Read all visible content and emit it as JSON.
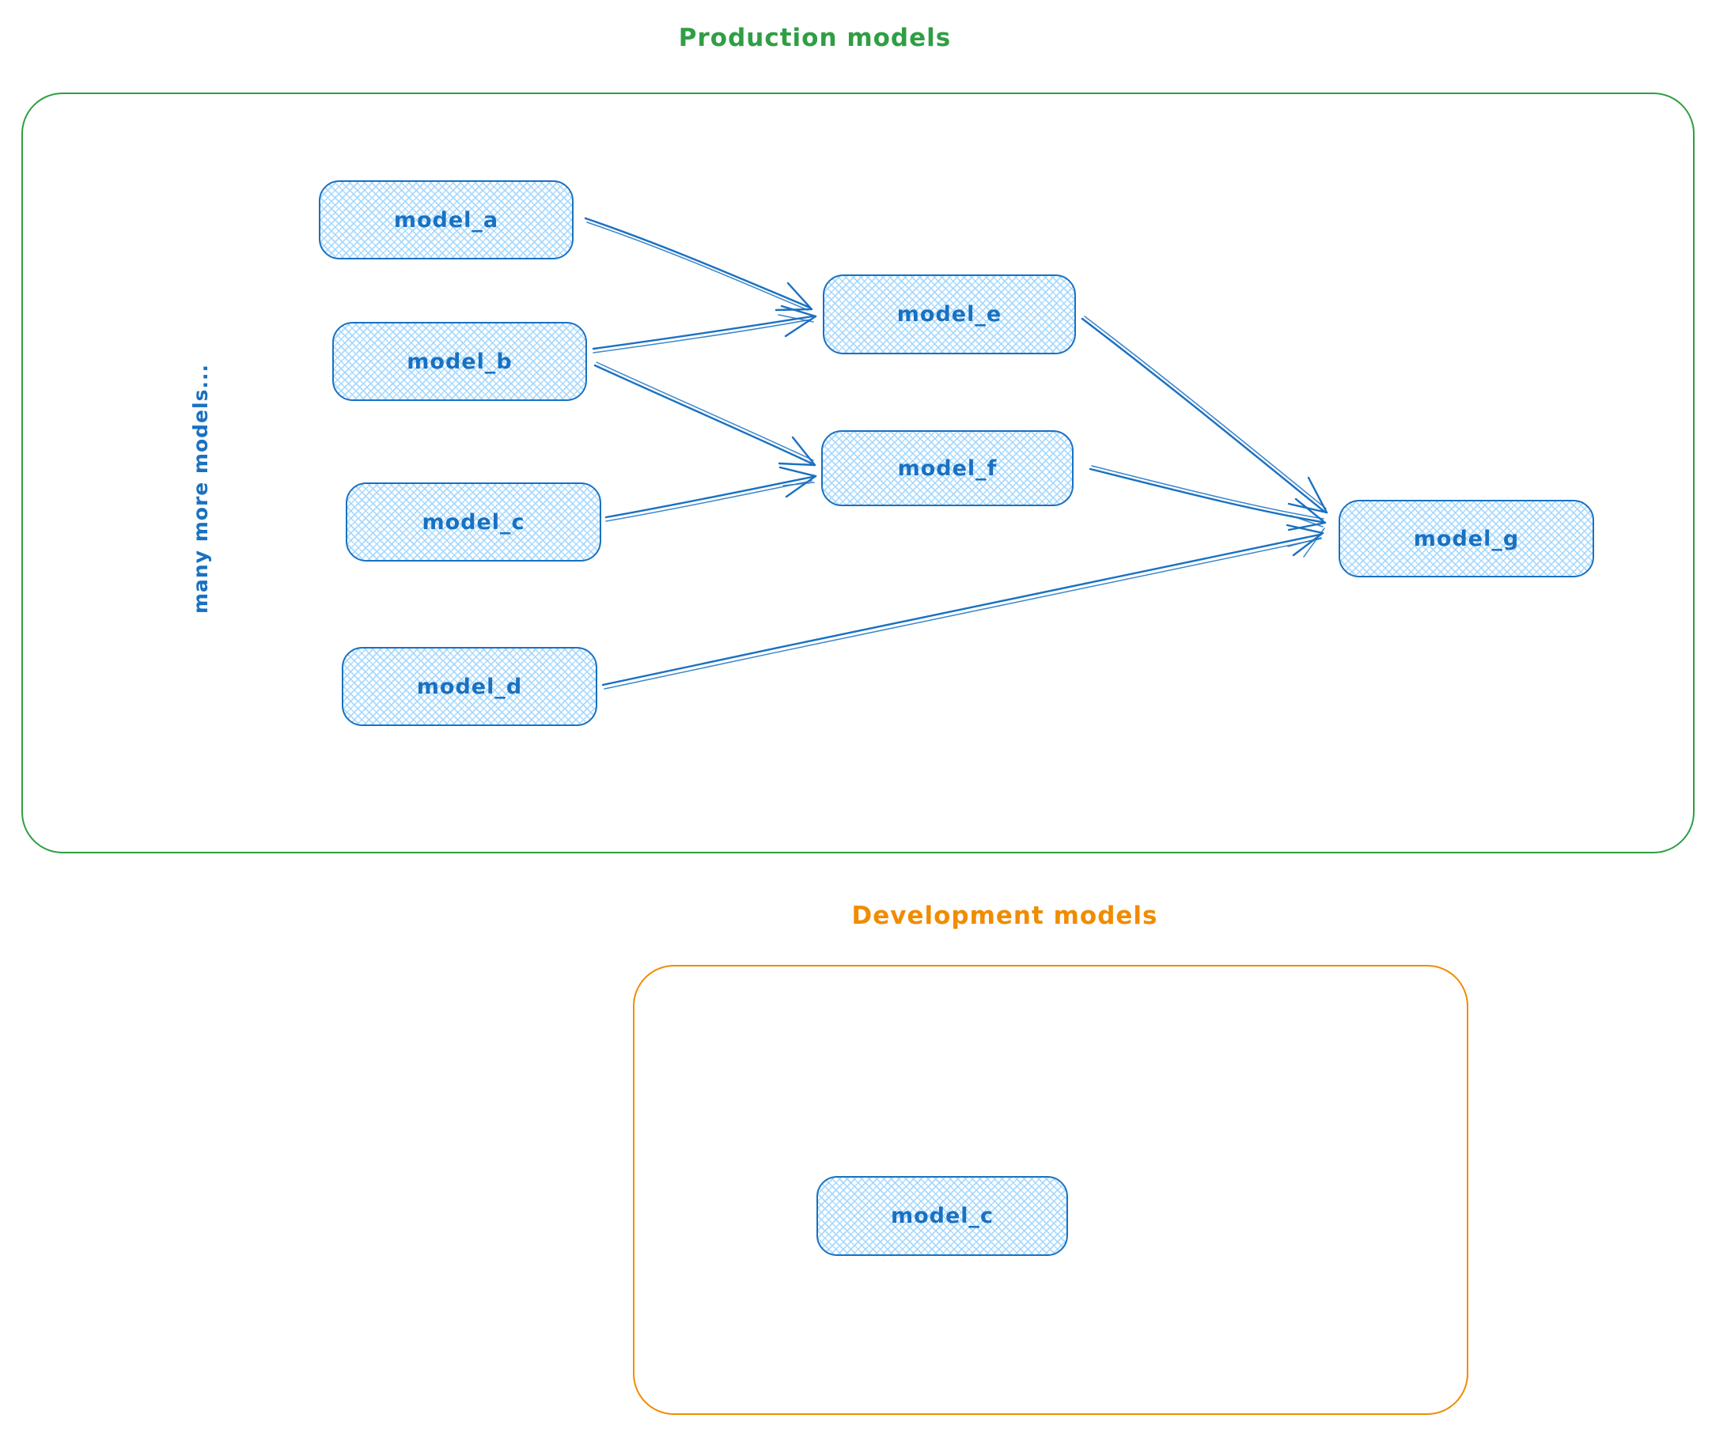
{
  "colors": {
    "blue_stroke": "#1971c2",
    "blue_fill": "#a5d8ff",
    "green": "#2f9e44",
    "orange": "#f08c00"
  },
  "production": {
    "title": "Production models",
    "side_label": "many more models...",
    "nodes": [
      {
        "id": "model_a",
        "label": "model_a"
      },
      {
        "id": "model_b",
        "label": "model_b"
      },
      {
        "id": "model_c",
        "label": "model_c"
      },
      {
        "id": "model_d",
        "label": "model_d"
      },
      {
        "id": "model_e",
        "label": "model_e"
      },
      {
        "id": "model_f",
        "label": "model_f"
      },
      {
        "id": "model_g",
        "label": "model_g"
      }
    ]
  },
  "development": {
    "title": "Development models",
    "nodes": [
      {
        "id": "model_c",
        "label": "model_c"
      }
    ]
  },
  "edges": [
    {
      "from": "model_a",
      "to": "model_e"
    },
    {
      "from": "model_b",
      "to": "model_e"
    },
    {
      "from": "model_b",
      "to": "model_f"
    },
    {
      "from": "model_c",
      "to": "model_f"
    },
    {
      "from": "model_d",
      "to": "model_g"
    },
    {
      "from": "model_e",
      "to": "model_g"
    },
    {
      "from": "model_f",
      "to": "model_g"
    }
  ]
}
